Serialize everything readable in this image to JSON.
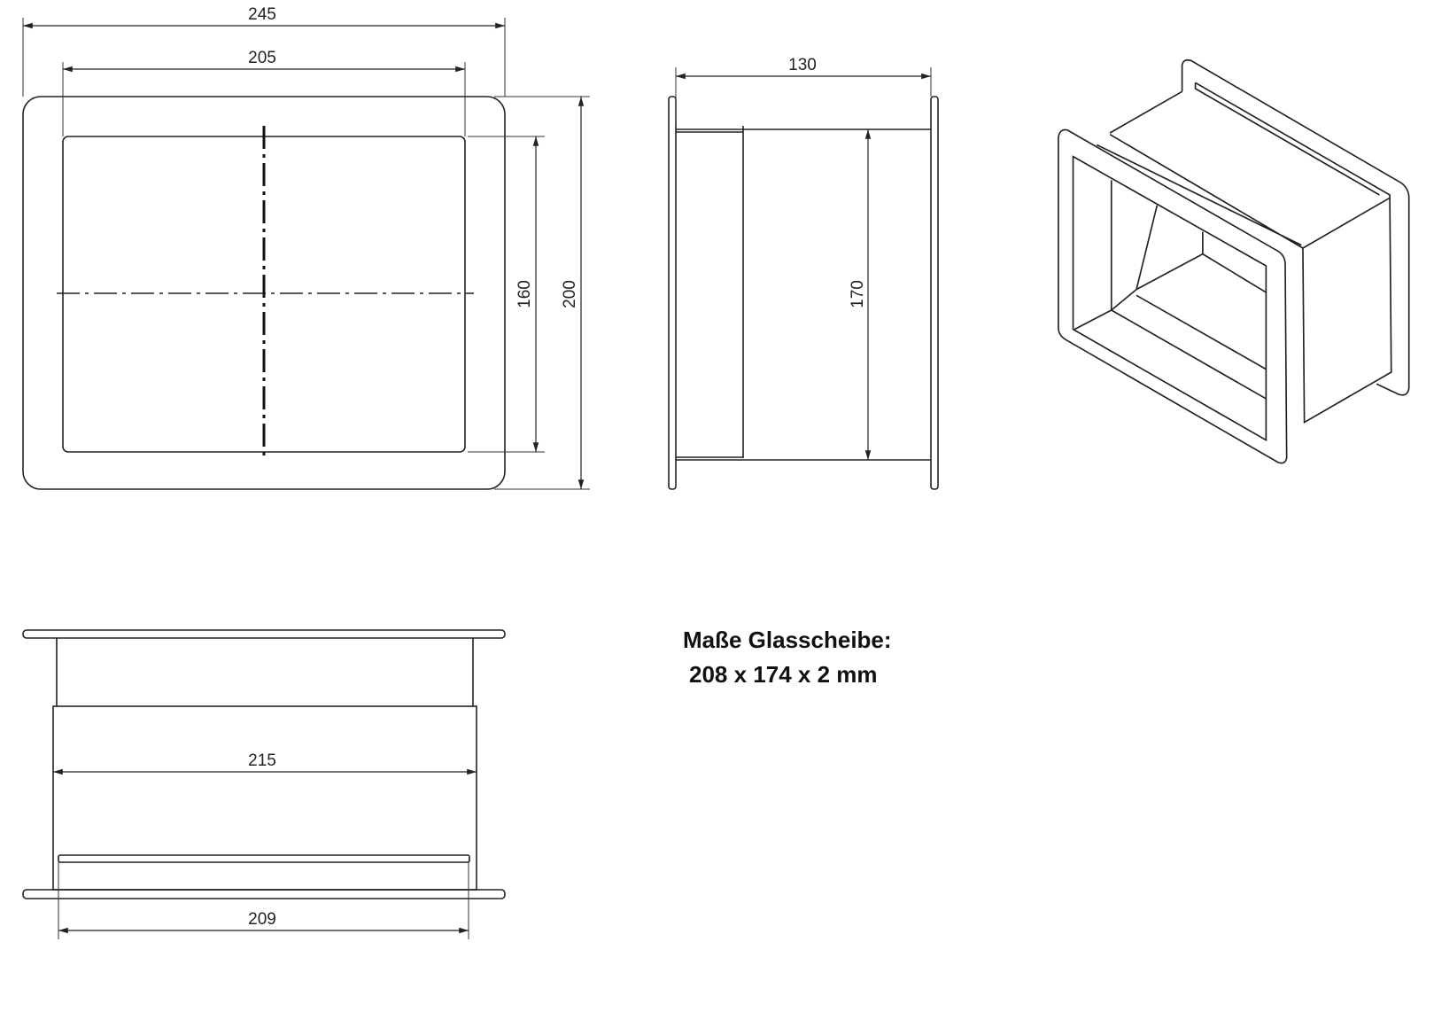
{
  "front_view": {
    "dim_outer_width": "245",
    "dim_inner_width": "205",
    "dim_inner_height": "160",
    "dim_outer_height": "200"
  },
  "side_view": {
    "dim_depth": "130",
    "dim_body_height": "170"
  },
  "top_view": {
    "dim_body_width": "215",
    "dim_glass_width": "209"
  },
  "note": {
    "line1": "Maße Glasscheibe:",
    "line2": "208 x 174 x 2 mm"
  }
}
